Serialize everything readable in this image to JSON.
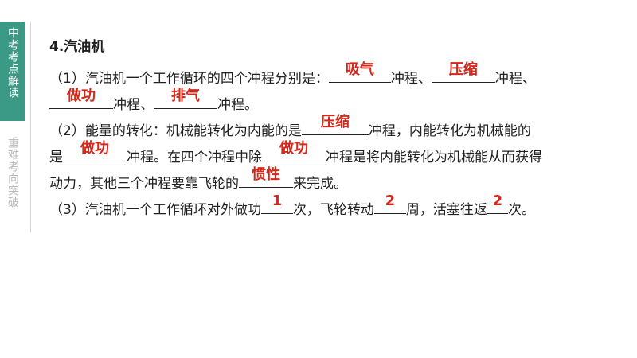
{
  "sidebar": {
    "active_label": "中考考点解读",
    "inactive_label": "重难考向突破",
    "accent_color": "#3a9a86"
  },
  "section": {
    "title": "4.汽油机"
  },
  "q1": {
    "prefix": "（1）汽油机一个工作循环的四个冲程分别是：",
    "a1": "吸气",
    "t1": "冲程、",
    "a2": "压缩",
    "t2": "冲程、",
    "a3": "做功",
    "t3": "冲程、",
    "a4": "排气",
    "t4": "冲程。"
  },
  "q2": {
    "prefix": "（2）能量的转化：机械能转化为内能的是",
    "a1": "压缩",
    "t1": "冲程，内能转化为机械能的",
    "t2": "是",
    "a2": "做功",
    "t3": "冲程。在四个冲程中除",
    "a3": "做功",
    "t4": "冲程是将内能转化为机械能从而获得",
    "t5": "动力，其他三个冲程要靠飞轮的",
    "a4": "惯性",
    "t6": "来完成。"
  },
  "q3": {
    "prefix": "（3）汽油机一个工作循环对外做功",
    "a1": "1",
    "t1": "次，飞轮转动",
    "a2": "2",
    "t2": "周，活塞往返",
    "a3": "2",
    "t3": "次。"
  },
  "answer_color": "#d5281b"
}
